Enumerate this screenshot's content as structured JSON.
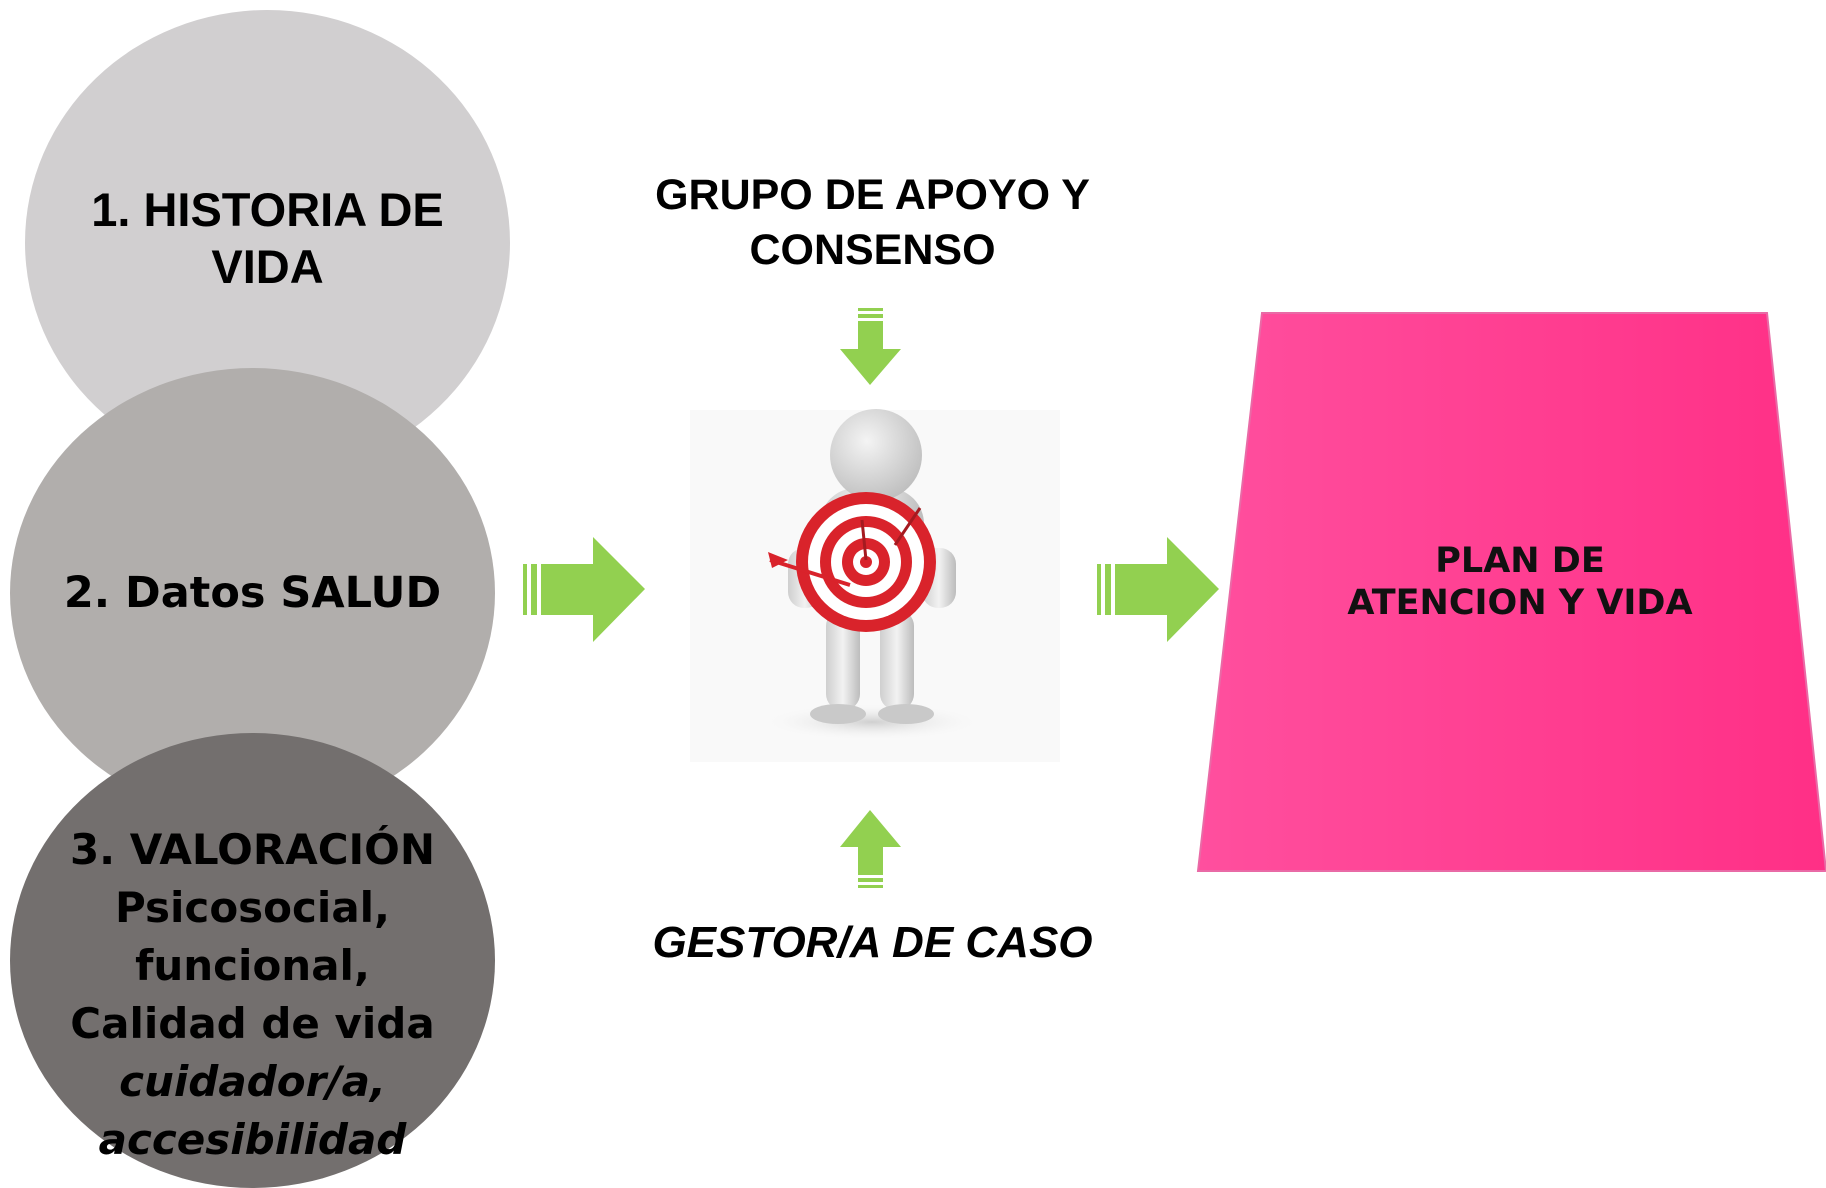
{
  "circles": [
    {
      "lines": [
        "1. HISTORIA DE",
        "VIDA"
      ]
    },
    {
      "lines": [
        "2. Datos SALUD"
      ]
    },
    {
      "lines": [
        "3. VALORACIÓN",
        "Psicosocial,",
        "funcional,",
        "Calidad de vida"
      ],
      "italic_lines": [
        "cuidador/a,",
        "accesibilidad"
      ]
    }
  ],
  "top_label": {
    "lines": [
      "GRUPO DE APOYO Y",
      "CONSENSO"
    ]
  },
  "bottom_label": "GESTOR/A DE CASO",
  "plan": {
    "lines": [
      "PLAN DE",
      "ATENCION Y VIDA"
    ]
  },
  "colors": {
    "circle1": "#d1cfd0",
    "circle2": "#b1aeac",
    "circle3": "#736f6e",
    "arrow": "#92d050",
    "plan": "#ff3a8f",
    "target_red": "#d9232b"
  }
}
